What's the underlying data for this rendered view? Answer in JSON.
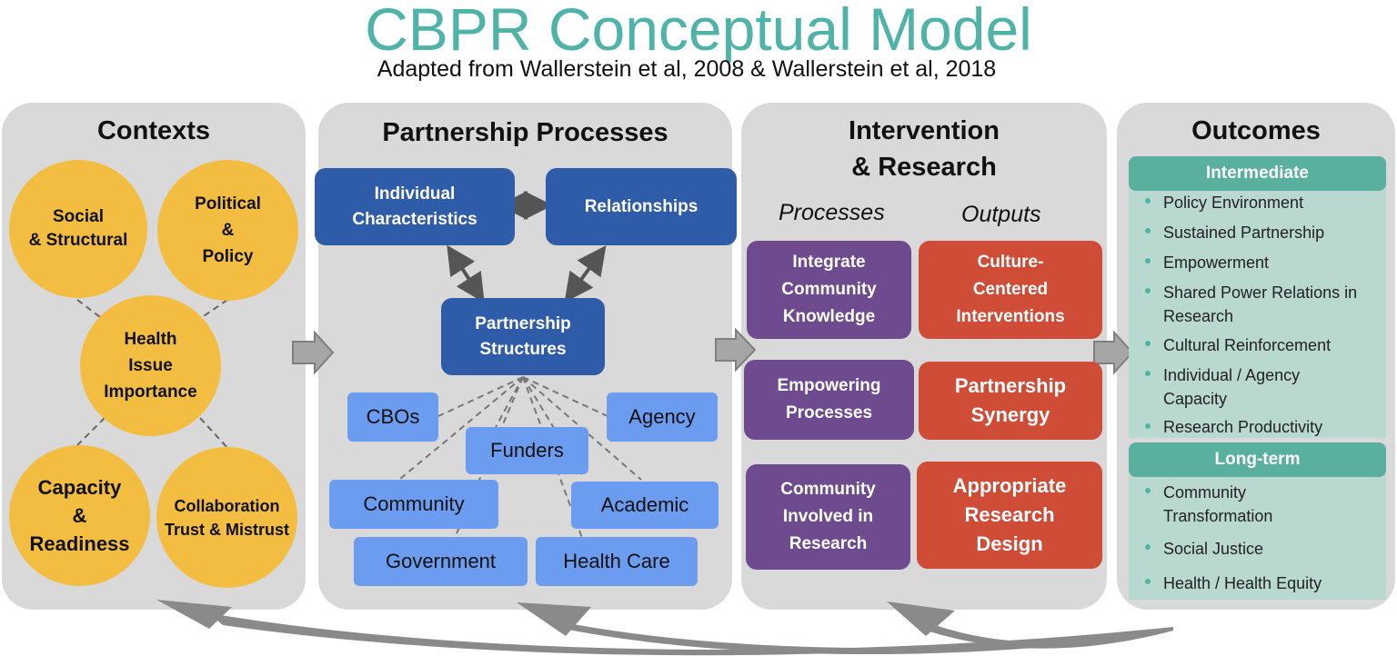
{
  "header": {
    "title": "CBPR Conceptual Model",
    "subtitle": "Adapted from Wallerstein et al, 2008 & Wallerstein et al, 2018"
  },
  "contexts": {
    "title": "Contexts",
    "social": "Social\n& Structural",
    "political": "Political\n&\nPolicy",
    "health": "Health\nIssue\nImportance",
    "capacity": "Capacity\n&\nReadiness",
    "collaboration": "Collaboration\nTrust & Mistrust"
  },
  "partnership": {
    "title": "Partnership Processes",
    "individual": "Individual\nCharacteristics",
    "relationships": "Relationships",
    "structures": "Partnership\nStructures",
    "cbos": "CBOs",
    "agency": "Agency",
    "funders": "Funders",
    "community": "Community",
    "academic": "Academic",
    "government": "Government",
    "health_care": "Health Care"
  },
  "intervention": {
    "title": "Intervention\n& Research",
    "processes_label": "Processes",
    "outputs_label": "Outputs",
    "p1": "Integrate\nCommunity\nKnowledge",
    "p2": "Empowering\nProcesses",
    "p3": "Community\nInvolved in\nResearch",
    "o1": "Culture-\nCentered\nInterventions",
    "o2": "Partnership\nSynergy",
    "o3": "Appropriate\nResearch\nDesign"
  },
  "outcomes": {
    "title": "Outcomes",
    "intermediate_label": "Intermediate",
    "intermediate": [
      "Policy Environment",
      "Sustained Partnership",
      "Empowerment",
      "Shared Power Relations in\nResearch",
      "Cultural Reinforcement",
      "Individual / Agency\nCapacity",
      "Research Productivity"
    ],
    "longterm_label": "Long-term",
    "longterm": [
      "Community\nTransformation",
      "Social Justice",
      "Health / Health Equity"
    ]
  },
  "colors": {
    "title": "#4fb3a7",
    "panel": "#d9d9d9",
    "circle": "#f2bd41",
    "dark_blue": "#2f5ca8",
    "light_blue": "#6b9cf0",
    "purple": "#6e4a8e",
    "red": "#cf4c37",
    "teal": "#5ab09f"
  }
}
